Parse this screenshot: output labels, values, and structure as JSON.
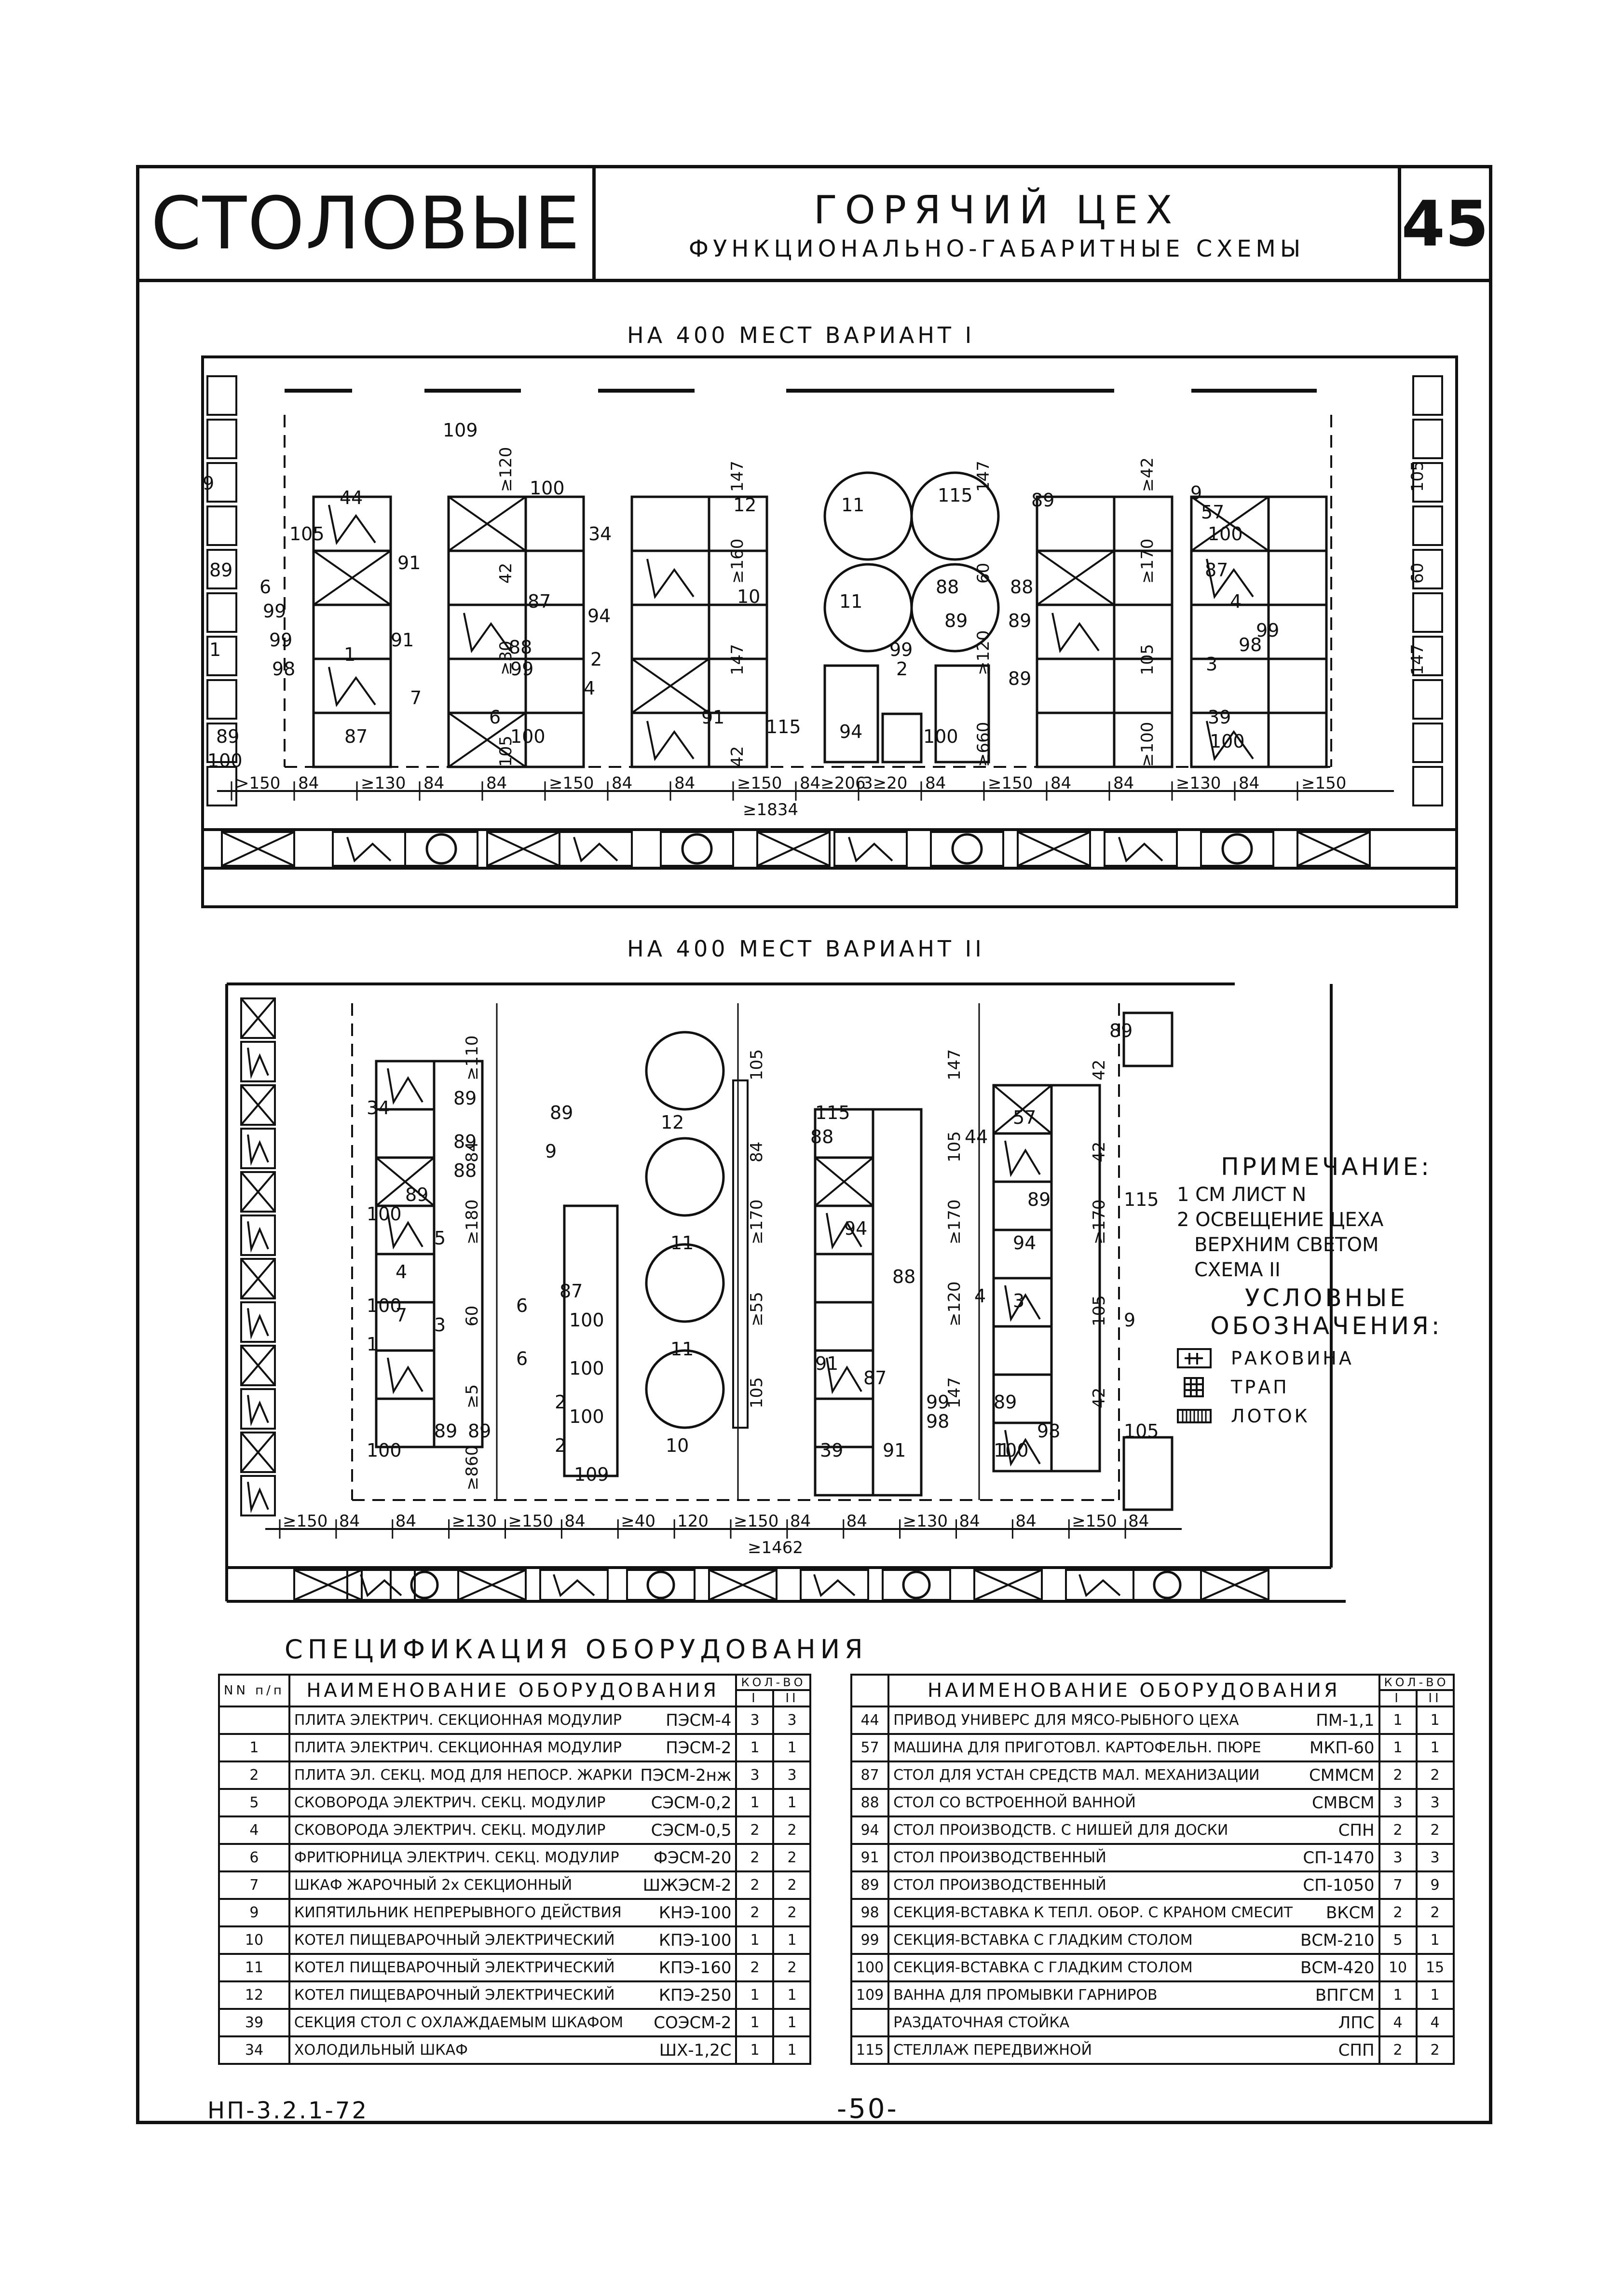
{
  "header": {
    "series_title": "СТОЛОВЫЕ",
    "title": "ГОРЯЧИЙ ЦЕХ",
    "subtitle": "ФУНКЦИОНАЛЬНО-ГАБАРИТНЫЕ СХЕМЫ",
    "sheet_number": "45"
  },
  "variant1": {
    "label": "НА 400 МЕСТ ВАРИАНТ I",
    "dims_bottom": [
      ">150",
      "84",
      "≥130",
      "84",
      "84",
      "≥150",
      "84",
      "84",
      "≥150",
      "84≥206",
      "3≥20",
      "84",
      "≥150",
      "84",
      "84",
      "≥130",
      "84",
      "≥150"
    ],
    "dim_total": "≥1834",
    "dims_vertical": [
      "≥120",
      "147",
      "147",
      "≥42",
      "105",
      "42",
      "≥160",
      "60",
      "≥170",
      "60",
      "≥30",
      "147",
      "≥120",
      "105",
      "147",
      "105",
      "42",
      "≥660",
      "≥100"
    ],
    "item_numbers": [
      "9",
      "89",
      "6",
      "99",
      "1",
      "89",
      "100",
      "44",
      "109",
      "105",
      "91",
      "99",
      "91",
      "98",
      "1",
      "7",
      "87",
      "100",
      "34",
      "87",
      "94",
      "88",
      "2",
      "99",
      "4",
      "6",
      "100",
      "12",
      "11",
      "10",
      "11",
      "91",
      "115",
      "94",
      "115",
      "89",
      "88",
      "88",
      "89",
      "89",
      "99",
      "2",
      "89",
      "100",
      "9",
      "57",
      "100",
      "87",
      "4",
      "99",
      "98",
      "3",
      "39",
      "100"
    ]
  },
  "variant2": {
    "label": "НА 400 МЕСТ ВАРИАНТ II",
    "dims_bottom": [
      "≥150",
      "84",
      "84",
      "≥130",
      "≥150",
      "84",
      "≥40",
      "120",
      "≥150",
      "84",
      "84",
      "≥130",
      "84",
      "84",
      "≥150",
      "84"
    ],
    "dim_total": "≥1462",
    "dims_vertical": [
      "≥110",
      "105",
      "147",
      "42",
      "84",
      "84",
      "105",
      "42",
      "≥180",
      "≥170",
      "≥170",
      "≥170",
      "60",
      "≥55",
      "≥120",
      "105",
      "≥5",
      "105",
      "147",
      "42",
      "≥860"
    ],
    "item_numbers": [
      "89",
      "34",
      "89",
      "88",
      "89",
      "100",
      "5",
      "4",
      "100",
      "7",
      "3",
      "1",
      "89",
      "89",
      "100",
      "89",
      "9",
      "12",
      "11",
      "11",
      "10",
      "87",
      "6",
      "100",
      "6",
      "100",
      "2",
      "100",
      "2",
      "109",
      "115",
      "88",
      "94",
      "91",
      "87",
      "88",
      "39",
      "91",
      "44",
      "57",
      "89",
      "94",
      "4",
      "3",
      "99",
      "98",
      "89",
      "98",
      "100",
      "1",
      "89",
      "115",
      "9",
      "105"
    ]
  },
  "note": {
    "heading": "ПРИМЕЧАНИЕ:",
    "line1": "1 СМ ЛИСТ N",
    "line2": "2 ОСВЕЩЕНИЕ ЦЕХА",
    "line3": "ВЕРХНИМ СВЕТОМ",
    "line4": "СХЕМА II",
    "legend_heading1": "УСЛОВНЫЕ",
    "legend_heading2": "ОБОЗНАЧЕНИЯ:",
    "legend": [
      {
        "symbol": "sink-icon",
        "label": "РАКОВИНА"
      },
      {
        "symbol": "drain-icon",
        "label": "ТРАП"
      },
      {
        "symbol": "tray-icon",
        "label": "ЛОТОК"
      }
    ]
  },
  "spec": {
    "title": "СПЕЦИФИКАЦИЯ ОБОРУДОВАНИЯ",
    "col_num": "NN п/п",
    "col_name": "НАИМЕНОВАНИЕ ОБОРУДОВАНИЯ",
    "col_qty": "КОЛ-ВО",
    "col_v1": "I",
    "col_v2": "II",
    "left": [
      {
        "n": "",
        "name": "ПЛИТА ЭЛЕКТРИЧ. СЕКЦИОННАЯ МОДУЛИР",
        "code": "ПЭСМ-4",
        "q1": "3",
        "q2": "3"
      },
      {
        "n": "1",
        "name": "ПЛИТА ЭЛЕКТРИЧ. СЕКЦИОННАЯ МОДУЛИР",
        "code": "ПЭСМ-2",
        "q1": "1",
        "q2": "1"
      },
      {
        "n": "2",
        "name": "ПЛИТА ЭЛ. СЕКЦ. МОД ДЛЯ НЕПОСР. ЖАРКИ",
        "code": "ПЭСМ-2нж",
        "q1": "3",
        "q2": "3"
      },
      {
        "n": "5",
        "name": "СКОВОРОДА ЭЛЕКТРИЧ. СЕКЦ. МОДУЛИР",
        "code": "СЭСМ-0,2",
        "q1": "1",
        "q2": "1"
      },
      {
        "n": "4",
        "name": "СКОВОРОДА ЭЛЕКТРИЧ. СЕКЦ. МОДУЛИР",
        "code": "СЭСМ-0,5",
        "q1": "2",
        "q2": "2"
      },
      {
        "n": "6",
        "name": "ФРИТЮРНИЦА ЭЛЕКТРИЧ. СЕКЦ. МОДУЛИР",
        "code": "ФЭСМ-20",
        "q1": "2",
        "q2": "2"
      },
      {
        "n": "7",
        "name": "ШКАФ ЖАРОЧНЫЙ 2х СЕКЦИОННЫЙ",
        "code": "ШЖЭСМ-2",
        "q1": "2",
        "q2": "2"
      },
      {
        "n": "9",
        "name": "КИПЯТИЛЬНИК НЕПРЕРЫВНОГО ДЕЙСТВИЯ",
        "code": "КНЭ-100",
        "q1": "2",
        "q2": "2"
      },
      {
        "n": "10",
        "name": "КОТЕЛ ПИЩЕВАРОЧНЫЙ ЭЛЕКТРИЧЕСКИЙ",
        "code": "КПЭ-100",
        "q1": "1",
        "q2": "1"
      },
      {
        "n": "11",
        "name": "КОТЕЛ ПИЩЕВАРОЧНЫЙ ЭЛЕКТРИЧЕСКИЙ",
        "code": "КПЭ-160",
        "q1": "2",
        "q2": "2"
      },
      {
        "n": "12",
        "name": "КОТЕЛ ПИЩЕВАРОЧНЫЙ ЭЛЕКТРИЧЕСКИЙ",
        "code": "КПЭ-250",
        "q1": "1",
        "q2": "1"
      },
      {
        "n": "39",
        "name": "СЕКЦИЯ СТОЛ С ОХЛАЖДАЕМЫМ ШКАФОМ",
        "code": "СОЭСМ-2",
        "q1": "1",
        "q2": "1"
      },
      {
        "n": "34",
        "name": "ХОЛОДИЛЬНЫЙ ШКАФ",
        "code": "ШХ-1,2С",
        "q1": "1",
        "q2": "1"
      }
    ],
    "right": [
      {
        "n": "44",
        "name": "ПРИВОД УНИВЕРС ДЛЯ МЯСО-РЫБНОГО ЦЕХА",
        "code": "ПМ-1,1",
        "q1": "1",
        "q2": "1"
      },
      {
        "n": "57",
        "name": "МАШИНА ДЛЯ ПРИГОТОВЛ. КАРТОФЕЛЬН. ПЮРЕ",
        "code": "МКП-60",
        "q1": "1",
        "q2": "1"
      },
      {
        "n": "87",
        "name": "СТОЛ ДЛЯ УСТАН СРЕДСТВ МАЛ. МЕХАНИЗАЦИИ",
        "code": "СММСМ",
        "q1": "2",
        "q2": "2"
      },
      {
        "n": "88",
        "name": "СТОЛ СО ВСТРОЕННОЙ ВАННОЙ",
        "code": "СМВСМ",
        "q1": "3",
        "q2": "3"
      },
      {
        "n": "94",
        "name": "СТОЛ ПРОИЗВОДСТВ. С НИШЕЙ ДЛЯ ДОСКИ",
        "code": "СПН",
        "q1": "2",
        "q2": "2"
      },
      {
        "n": "91",
        "name": "СТОЛ ПРОИЗВОДСТВЕННЫЙ",
        "code": "СП-1470",
        "q1": "3",
        "q2": "3"
      },
      {
        "n": "89",
        "name": "СТОЛ ПРОИЗВОДСТВЕННЫЙ",
        "code": "СП-1050",
        "q1": "7",
        "q2": "9"
      },
      {
        "n": "98",
        "name": "СЕКЦИЯ-ВСТАВКА К ТЕПЛ. ОБОР. С КРАНОМ СМЕСИТ",
        "code": "ВКСМ",
        "q1": "2",
        "q2": "2"
      },
      {
        "n": "99",
        "name": "СЕКЦИЯ-ВСТАВКА С ГЛАДКИМ СТОЛОМ",
        "code": "ВСМ-210",
        "q1": "5",
        "q2": "1"
      },
      {
        "n": "100",
        "name": "СЕКЦИЯ-ВСТАВКА С ГЛАДКИМ СТОЛОМ",
        "code": "ВСМ-420",
        "q1": "10",
        "q2": "15"
      },
      {
        "n": "109",
        "name": "ВАННА ДЛЯ ПРОМЫВКИ ГАРНИРОВ",
        "code": "ВПГСМ",
        "q1": "1",
        "q2": "1"
      },
      {
        "n": "",
        "name": "РАЗДАТОЧНАЯ СТОЙКА",
        "code": "ЛПС",
        "q1": "4",
        "q2": "4"
      },
      {
        "n": "115",
        "name": "СТЕЛЛАЖ ПЕРЕДВИЖНОЙ",
        "code": "СПП",
        "q1": "2",
        "q2": "2"
      }
    ]
  },
  "footer": {
    "code": "НП-3.2.1-72",
    "page": "-50-"
  }
}
